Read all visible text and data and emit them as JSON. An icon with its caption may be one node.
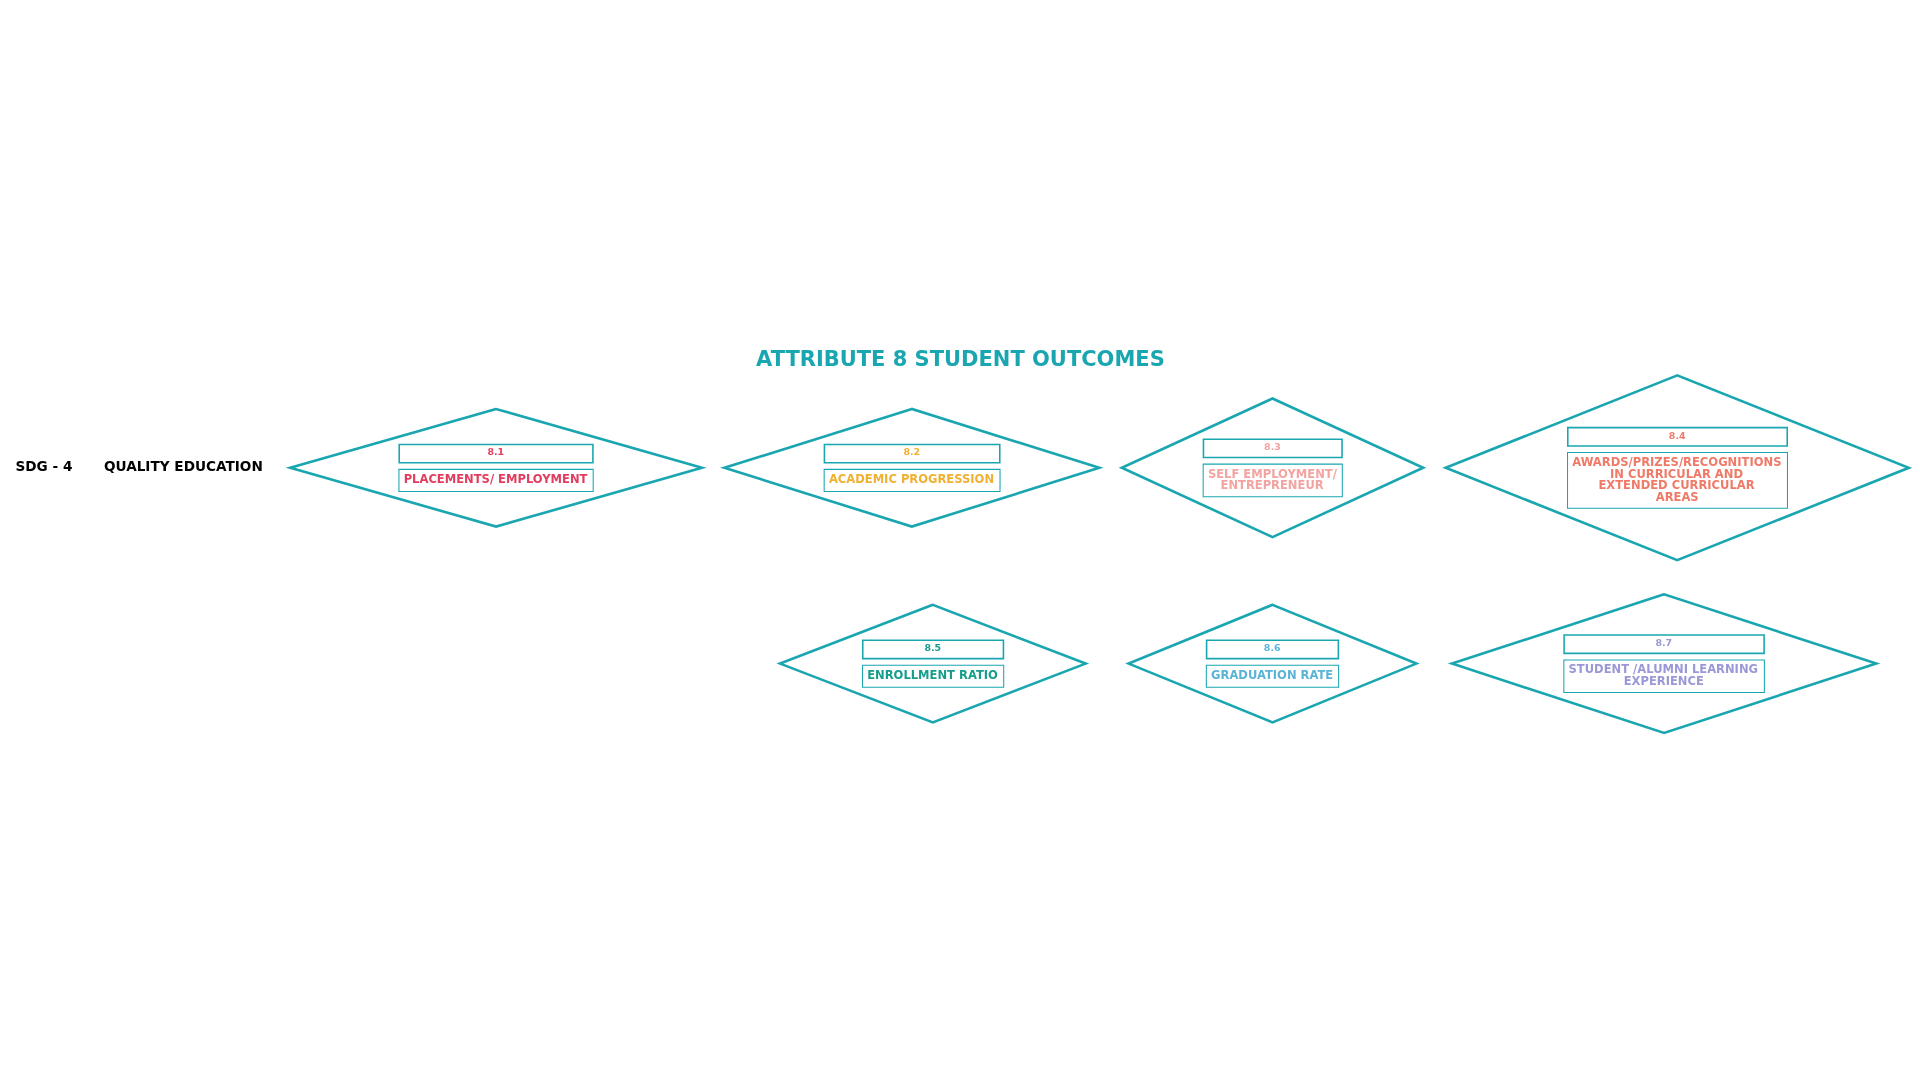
{
  "diagram": {
    "title": "ATTRIBUTE 8 STUDENT OUTCOMES",
    "nodes": [
      {
        "text": [
          "8.1",
          "PLACEMENTS/ EMPLOYMENT"
        ]
      },
      {
        "text": [
          "8.2",
          "ACADEMIC PROGRESSION"
        ]
      },
      {
        "text": [
          "8.3",
          "SELF EMPLOYMENT/ ENTREPRENEUR"
        ]
      },
      {
        "text": [
          "8.4",
          "AWARDS/PRIZES/RECOGNITIONS IN CURRICULAR AND EXTENDED CURRICULAR AREAS"
        ]
      },
      {
        "text": [
          "8.5",
          "ENROLLMENT RATIO"
        ]
      },
      {
        "text": [
          "8.6",
          "GRADUATION RATE"
        ]
      },
      {
        "text": [
          "8.7",
          "STUDENT /ALUMNI LEARNING EXPERIENCE"
        ]
      }
    ],
    "edges": [],
    "labels": [
      "SDG - 4",
      "QUALITY EDUCATION"
    ]
  }
}
